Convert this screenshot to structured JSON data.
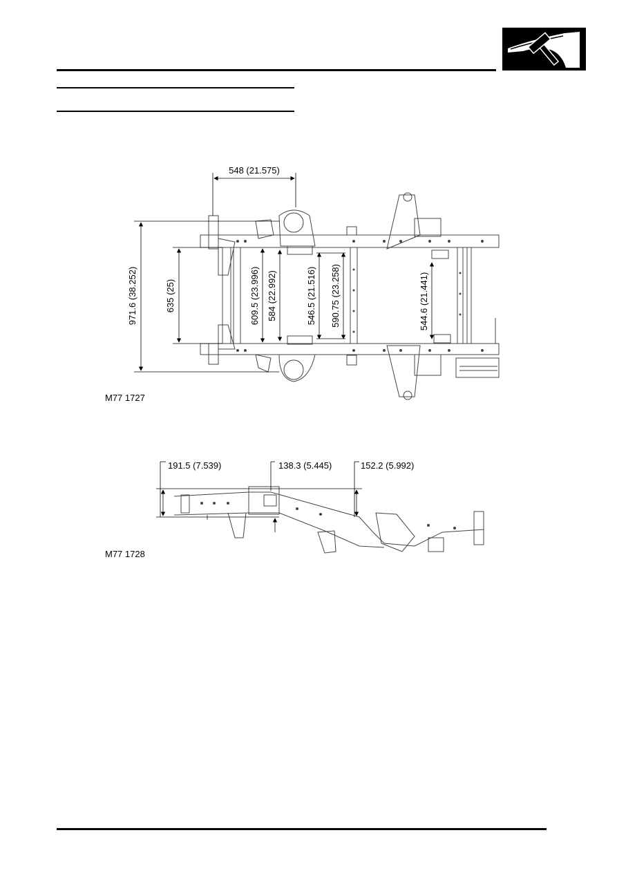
{
  "header": {
    "section_icon": "hammer-on-vehicle-wing-icon"
  },
  "figure1": {
    "id": "M77 1727",
    "dimensions": {
      "width_top": "548 (21.575)",
      "overall": "971.6 (38.252)",
      "inner": "635 (25)",
      "d1": "609.5 (23.996)",
      "d2": "584 (22.992)",
      "d3": "546.5 (21.516)",
      "d4": "590.75 (23.258)",
      "d5": "544.6 (21.441)"
    }
  },
  "figure2": {
    "id": "M77 1728",
    "dimensions": {
      "h1": "191.5 (7.539)",
      "h2": "138.3 (5.445)",
      "h3": "152.2 (5.992)"
    }
  },
  "colors": {
    "ink": "#000000",
    "paper": "#ffffff",
    "frame_gray": "#555555"
  }
}
